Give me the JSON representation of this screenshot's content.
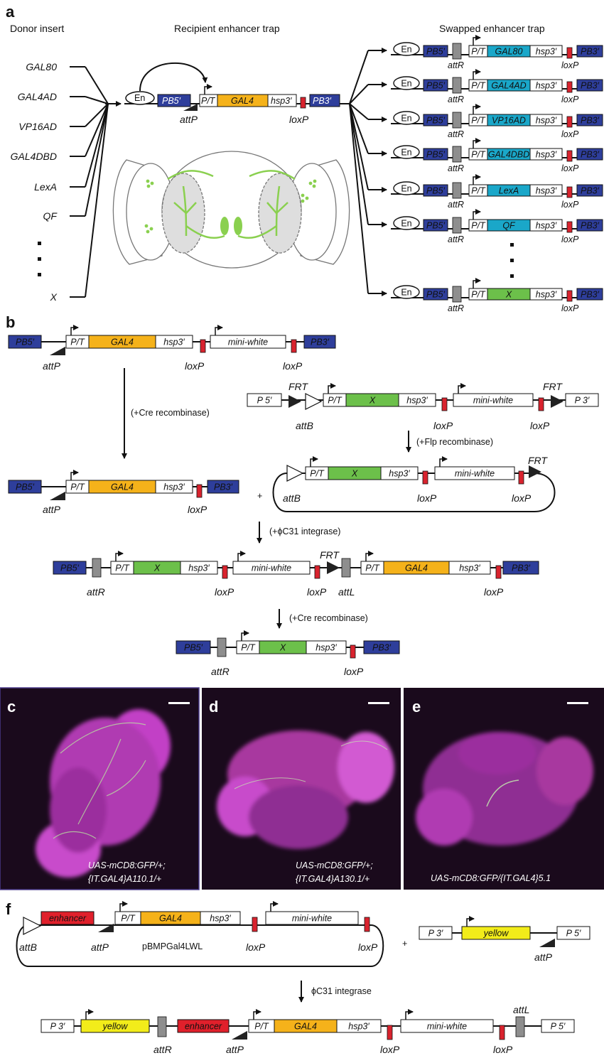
{
  "colors": {
    "pb": "#2e3e9b",
    "gal4": "#f5b21a",
    "swap_cyan": "#1aa7c9",
    "x_green": "#6cc04a",
    "loxp": "#d9232e",
    "att_gray": "#8e8e8e",
    "enhancer": "#e0202b",
    "yellow_gene": "#f2ec1a",
    "neuron_green": "#8ad04f",
    "brain_magenta": "#c23fc6",
    "micrograph_bg": "#1a0a1c"
  },
  "panels": {
    "a": "a",
    "b": "b",
    "c": "c",
    "d": "d",
    "e": "e",
    "f": "f"
  },
  "panel_a": {
    "donor_title": "Donor insert",
    "recipient_title": "Recipient enhancer trap",
    "swapped_title": "Swapped enhancer trap",
    "donors": [
      "GAL80",
      "GAL4AD",
      "VP16AD",
      "GAL4DBD",
      "LexA",
      "QF",
      "X"
    ],
    "swapped_genes": [
      "GAL80",
      "GAL4AD",
      "VP16AD",
      "GAL4DBD",
      "LexA",
      "QF",
      "X"
    ]
  },
  "labels": {
    "en": "En",
    "pb5": "PB5′",
    "pb3": "PB3′",
    "pt": "P/T",
    "gal4": "GAL4",
    "hsp3": "hsp3′",
    "attP": "attP",
    "attR": "attR",
    "attB": "attB",
    "attL": "attL",
    "loxP": "loxP",
    "frt": "FRT",
    "mini_white": "mini-white",
    "x": "X",
    "p5": "P 5′",
    "p3": "P 3′",
    "enhancer": "enhancer",
    "yellow": "yellow",
    "plasmid": "pBMPGal4LWL",
    "plus": "+"
  },
  "steps": {
    "cre": "(+Cre recombinase)",
    "flp": "(+Flp recombinase)",
    "phic31": "(+ϕC31 integrase)",
    "cre2": "(+Cre recombinase)",
    "phic31_f": "ϕC31 integrase"
  },
  "captions": {
    "c1": "UAS-mCD8:GFP/+;",
    "c2": "{IT.GAL4}A110.1/+",
    "d1": "UAS-mCD8:GFP/+;",
    "d2": "{IT.GAL4}A130.1/+",
    "e1": "UAS-mCD8:GFP/{IT.GAL4}5.1"
  }
}
